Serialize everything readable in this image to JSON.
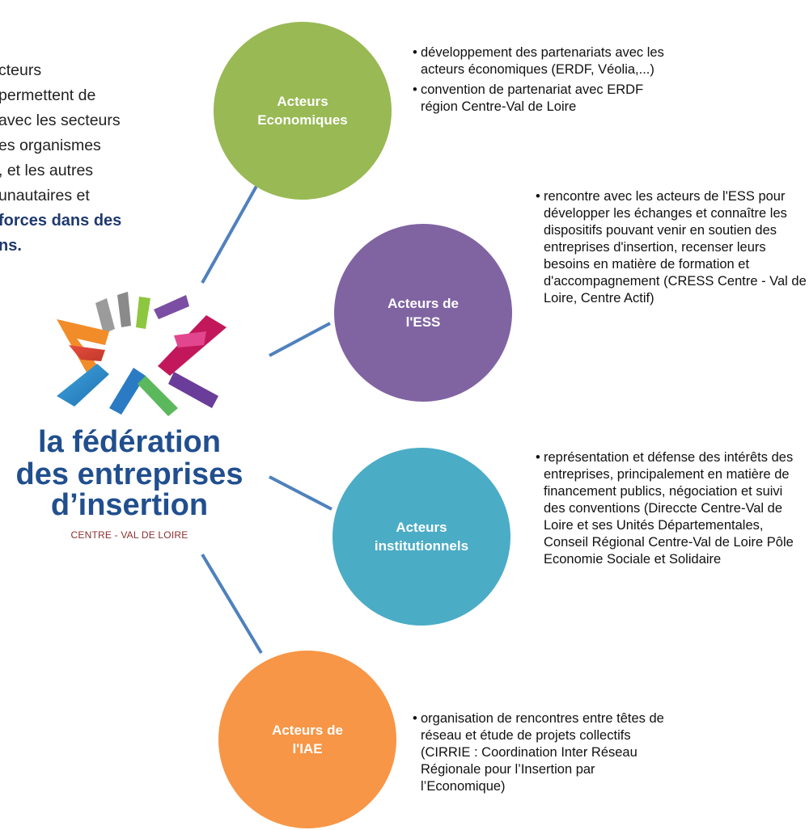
{
  "intro": {
    "lines": [
      "cteurs",
      "permettent de",
      "avec les secteurs",
      "es organismes",
      ", et les autres",
      "unautaires et"
    ],
    "highlight_lines": [
      "forces dans des",
      "ns."
    ]
  },
  "nodes": [
    {
      "label_lines": [
        "Acteurs",
        "Economiques"
      ],
      "color": "#98b954"
    },
    {
      "label_lines": [
        "Acteurs de",
        "l'ESS"
      ],
      "color": "#8064a2"
    },
    {
      "label_lines": [
        "Acteurs",
        "institutionnels"
      ],
      "color": "#4bacc6"
    },
    {
      "label_lines": [
        "Acteurs de",
        "l'IAE"
      ],
      "color": "#f79646"
    }
  ],
  "descriptions": {
    "economiques": [
      "développement des partenariats avec les acteurs économiques (ERDF, Véolia,...)",
      "convention de partenariat avec ERDF région Centre-Val de Loire"
    ],
    "ess": [
      "rencontre avec les acteurs de l'ESS pour développer les échanges et connaître les dispositifs pouvant venir en soutien des entreprises d'insertion, recenser leurs besoins en matière de formation et d'accompagnement (CRESS Centre - Val de Loire, Centre Actif)"
    ],
    "institutionnels": [
      "représentation et défense des intérêts des entreprises, principalement en matière de financement publics, négociation et suivi des conventions (Direccte Centre-Val de Loire et ses Unités Départementales, Conseil Régional Centre-Val de Loire Pôle Economie Sociale et Solidaire"
    ],
    "iae": [
      "organisation de rencontres entre têtes de réseau et étude de projets collectifs (CIRRIE : Coordination Inter Réseau Régionale pour l’Insertion par l’Economique)"
    ]
  },
  "logo": {
    "line1": "la fédération",
    "line2": "des entreprises",
    "line3": "d’insertion",
    "subtitle": "CENTRE - VAL DE LOIRE"
  },
  "colors": {
    "connector": "#4f81bd",
    "logo_text": "#214f8e"
  }
}
